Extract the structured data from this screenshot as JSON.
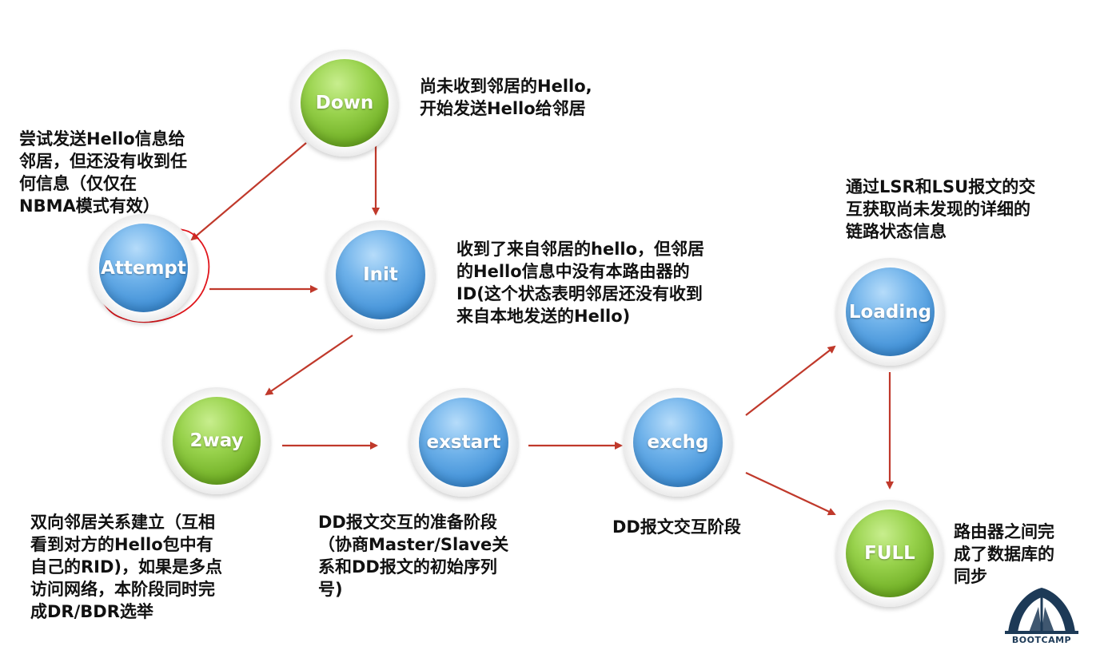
{
  "states": {
    "down": "Down",
    "attempt": "Attempt",
    "init": "Init",
    "twoway": "2way",
    "exstart": "exstart",
    "exchg": "exchg",
    "loading": "Loading",
    "full": "FULL"
  },
  "descriptions": {
    "down": "尚未收到邻居的Hello,\n开始发送Hello给邻居",
    "attempt": "尝试发送Hello信息给\n邻居，但还没有收到任\n何信息（仅仅在\nNBMA模式有效）",
    "init": "收到了来自邻居的hello，但邻居\n的Hello信息中没有本路由器的\nID(这个状态表明邻居还没有收到\n来自本地发送的Hello)",
    "twoway": "双向邻居关系建立（互相\n看到对方的Hello包中有\n自己的RID)，如果是多点\n访问网络，本阶段同时完\n成DR/BDR选举",
    "exstart": "DD报文交互的准备阶段\n（协商Master/Slave关\n系和DD报文的初始序列\n号)",
    "exchg": "DD报文交互阶段",
    "loading": "通过LSR和LSU报文的交\n互获取尚未发现的详细的\n链路状态信息",
    "full": "路由器之间完\n成了数据库的\n同步"
  },
  "logo": {
    "text": "BOOTCAMP"
  },
  "colors": {
    "green_state": "#7cbf2f",
    "blue_state": "#4a98dc",
    "arrow": "#c0392b",
    "annotation": "#e0151b"
  }
}
